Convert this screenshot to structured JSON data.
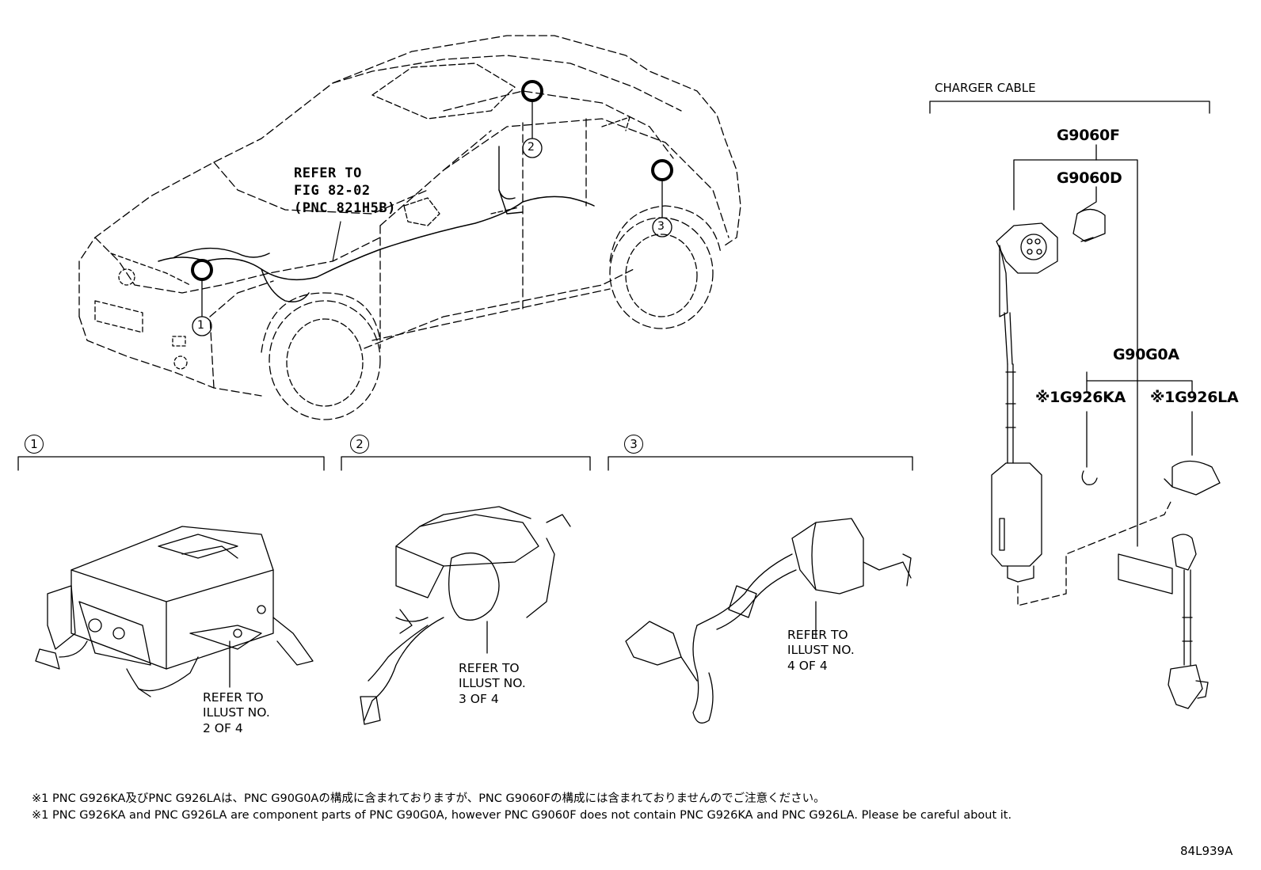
{
  "diagram": {
    "refer_fig": [
      "REFER TO",
      "FIG 82-02",
      "(PNC 821H5B)"
    ],
    "callouts": [
      "1",
      "2",
      "3"
    ],
    "sections": [
      {
        "number": "1",
        "refer": [
          "REFER TO",
          "ILLUST NO.",
          "2 OF 4"
        ]
      },
      {
        "number": "2",
        "refer": [
          "REFER TO",
          "ILLUST NO.",
          "3 OF 4"
        ]
      },
      {
        "number": "3",
        "refer": [
          "REFER TO",
          "ILLUST NO.",
          "4 OF 4"
        ]
      }
    ],
    "charger": {
      "title": "CHARGER CABLE",
      "pnc_main": "G9060F",
      "pnc_cap": "G9060D",
      "pnc_assy": "G90G0A",
      "pnc_part1": "※1G926KA",
      "pnc_part2": "※1G926LA"
    },
    "footnotes": {
      "jp": "※1 PNC G926KA及びPNC G926LAは、PNC G90G0Aの構成に含まれておりますが、PNC G9060Fの構成には含まれておりませんのでご注意ください。",
      "en": "※1 PNC G926KA and PNC G926LA are component parts of PNC G90G0A, however PNC G9060F does not contain PNC G926KA and PNC G926LA. Please be careful about it."
    },
    "illustration_id": "84L939A"
  }
}
